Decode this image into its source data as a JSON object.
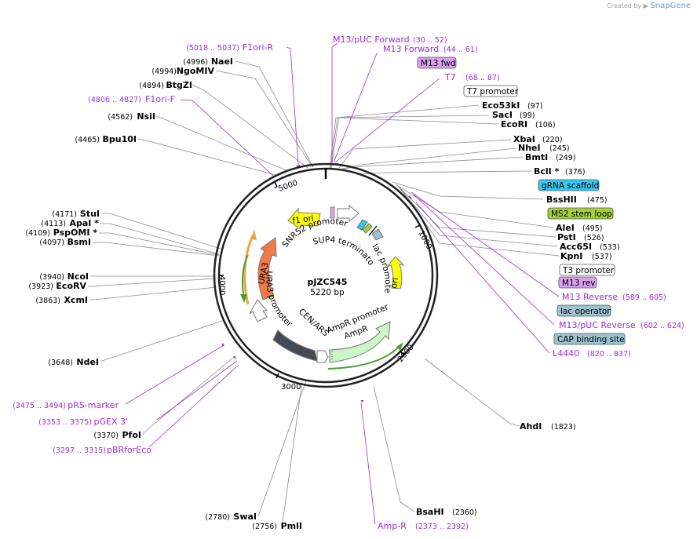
{
  "brand": {
    "prefix": "Created by",
    "name": "SnapGene"
  },
  "plasmid": {
    "name": "pJZC545",
    "size": "5220 bp"
  },
  "ticks": [
    "1000",
    "2000",
    "3000",
    "4000",
    "5000"
  ],
  "enzymes_right": [
    {
      "name": "Eco53kI",
      "pos": "(97)"
    },
    {
      "name": "SacI",
      "pos": "(99)"
    },
    {
      "name": "EcoRI",
      "pos": "(106)"
    },
    {
      "name": "XbaI",
      "pos": "(220)"
    },
    {
      "name": "NheI",
      "pos": "(245)"
    },
    {
      "name": "BmtI",
      "pos": "(249)"
    },
    {
      "name": "BclI *",
      "pos": "(376)"
    },
    {
      "name": "BssHII",
      "pos": "(475)"
    },
    {
      "name": "AleI",
      "pos": "(495)"
    },
    {
      "name": "PstI",
      "pos": "(526)"
    },
    {
      "name": "Acc65I",
      "pos": "(533)"
    },
    {
      "name": "KpnI",
      "pos": "(537)"
    },
    {
      "name": "AhdI",
      "pos": "(1823)"
    },
    {
      "name": "BsaHI",
      "pos": "(2360)"
    }
  ],
  "enzymes_left": [
    {
      "name": "NaeI",
      "pos": "(4996)"
    },
    {
      "name": "NgoMIV",
      "pos": "(4994)"
    },
    {
      "name": "BtgZI",
      "pos": "(4894)"
    },
    {
      "name": "NsiI",
      "pos": "(4562)"
    },
    {
      "name": "Bpu10I",
      "pos": "(4465)"
    },
    {
      "name": "StuI",
      "pos": "(4171)"
    },
    {
      "name": "ApaI *",
      "pos": "(4113)"
    },
    {
      "name": "PspOMI *",
      "pos": "(4109)"
    },
    {
      "name": "BsmI",
      "pos": "(4097)"
    },
    {
      "name": "NcoI",
      "pos": "(3940)"
    },
    {
      "name": "EcoRV",
      "pos": "(3923)"
    },
    {
      "name": "XcmI",
      "pos": "(3863)"
    },
    {
      "name": "NdeI",
      "pos": "(3648)"
    },
    {
      "name": "PfoI",
      "pos": "(3370)"
    },
    {
      "name": "SwaI",
      "pos": "(2780)"
    },
    {
      "name": "PmlI",
      "pos": "(2756)"
    }
  ],
  "primers": [
    {
      "name": "M13/pUC Forward",
      "pos": "(30 .. 52)"
    },
    {
      "name": "M13 Forward",
      "pos": "(44 .. 61)"
    },
    {
      "name": "T7",
      "pos": "(68 .. 87)"
    },
    {
      "name": "M13 Reverse",
      "pos": "(589 .. 605)"
    },
    {
      "name": "M13/pUC Reverse",
      "pos": "(602 .. 624)"
    },
    {
      "name": "L4440",
      "pos": "(820 .. 837)"
    },
    {
      "name": "Amp-R",
      "pos": "(2373 .. 2392)"
    },
    {
      "name": "F1ori-R",
      "pos": "(5018 .. 5037)"
    },
    {
      "name": "F1ori-F",
      "pos": "(4806 .. 4827)"
    },
    {
      "name": "pRS-marker",
      "pos": "(3475 .. 3494)"
    },
    {
      "name": "pGEX 3'",
      "pos": "(3353 .. 3375)"
    },
    {
      "name": "pBRforEco",
      "pos": "(3297 .. 3315)"
    }
  ],
  "boxed_features": [
    {
      "name": "M13 fwd",
      "color": "#d9a0f0"
    },
    {
      "name": "T7 promoter",
      "color": "#ffffff"
    },
    {
      "name": "gRNA scaffold",
      "color": "#35c8f0"
    },
    {
      "name": "MS2 stem loop",
      "color": "#a4cf3c"
    },
    {
      "name": "T3 promoter",
      "color": "#ffffff"
    },
    {
      "name": "M13 rev",
      "color": "#d9a0f0"
    },
    {
      "name": "lac operator",
      "color": "#9cc3cf"
    },
    {
      "name": "CAP binding site",
      "color": "#9cc3cf"
    }
  ],
  "inner_labels": {
    "f1_ori": "f1 ori",
    "snr52": "SNR52 promoter",
    "sup4": "SUP4 terminator",
    "lac_promoter": "lac promoter",
    "ori": "ori",
    "ura3": "URA3",
    "ura3_promoter": "URA3 promoter",
    "cen_ars": "CEN/ARS",
    "ampr_promoter": "AmpR promoter",
    "ampr": "AmpR"
  },
  "colors": {
    "enzyme_line": "#8c8c8c",
    "primer": "#a12bd6",
    "f1_ori": "#ffff00",
    "ura3": "#f07a4a",
    "ampr": "#ccf5c8",
    "cen_ars": "#434b57",
    "ori": "#ffff00",
    "backbone": "#222222"
  }
}
